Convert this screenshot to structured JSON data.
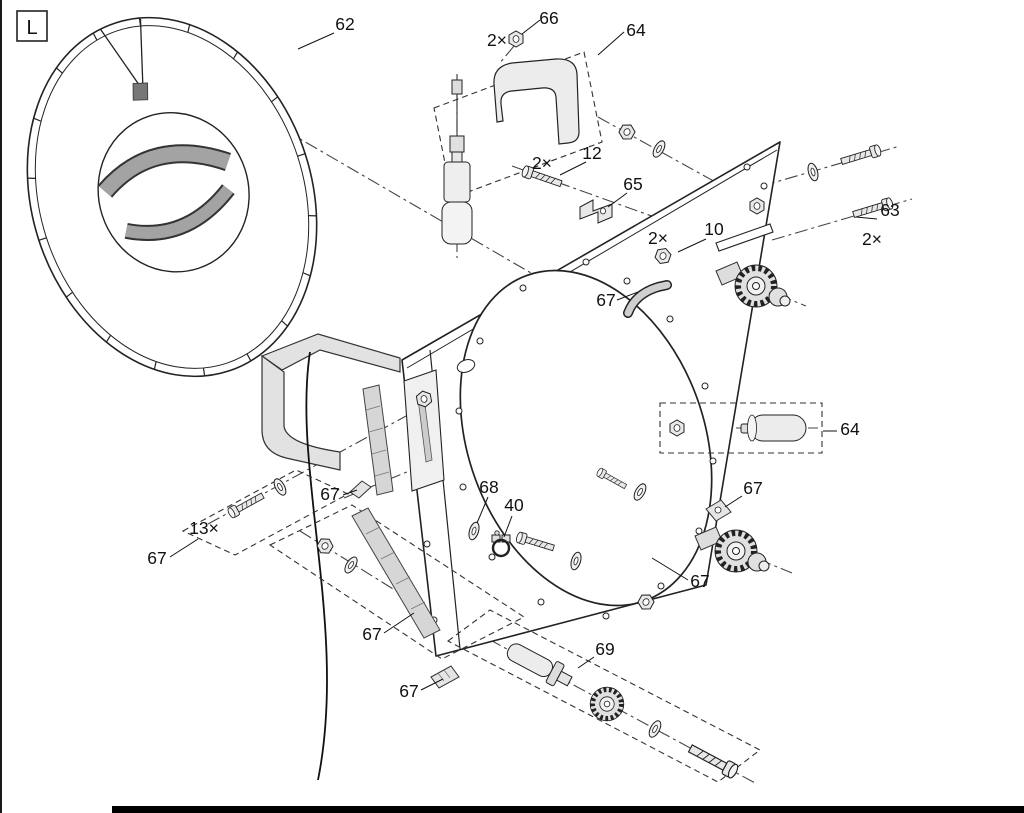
{
  "figure": {
    "corner_letter": "L",
    "labels": [
      "62",
      "66",
      "2×",
      "64",
      "2×",
      "12",
      "65",
      "2×",
      "10",
      "63",
      "2×",
      "67",
      "64",
      "67",
      "13×",
      "67",
      "68",
      "40",
      "67",
      "67",
      "67",
      "69",
      "67"
    ],
    "colors": {
      "line": "#1a1a1a",
      "metal_fill": "#ececec",
      "band_gray": "#a3a3a3"
    }
  }
}
